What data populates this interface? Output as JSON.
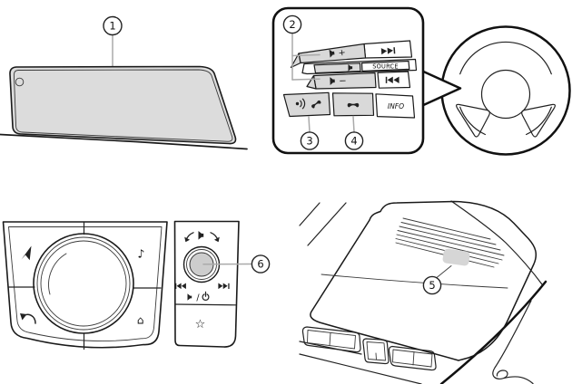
{
  "colors": {
    "background": "#ffffff",
    "line": "#1a1a1a",
    "leader_line": "#aaaaaa",
    "button_gray": "#d9d9d9",
    "display_gray": "#dcdcdc",
    "knob_center_gray": "#cdcdcd",
    "microphone_gray": "#d6d6d6"
  },
  "callouts": {
    "display": "1",
    "audio_switches": "2",
    "talk_button": "3",
    "hangup_button": "4",
    "microphone": "5",
    "volume_dial": "6"
  },
  "steering_switches": {
    "volume_up_label": "+",
    "volume_down_label": "−",
    "source_label": "SOURCE",
    "info_label": "INFO"
  },
  "commander": {
    "audio_note_glyph": "♪",
    "home_glyph": "⌂",
    "favorites_glyph": "☆",
    "mute_power_separator": "/"
  },
  "icons": {
    "volume_up": "speaker-plus-icon",
    "volume_down": "speaker-minus-icon",
    "mute_bar": "speaker-icon",
    "seek_up": "next-track-icon",
    "seek_down": "previous-track-icon",
    "talk": "voice-command-and-answer-phone-icon",
    "hangup": "end-call-handset-icon",
    "navigation": "navigation-arrow-icon",
    "entertainment": "music-note-icon",
    "back": "back-arrow-icon",
    "home": "home-icon",
    "favorites": "star-icon",
    "volume_rotate": "speaker-with-rotate-arrows-icon",
    "mute_power": "mute-slash-power-icon",
    "microphone": "microphone-unit",
    "steering_wheel": "steering-wheel",
    "center_display": "center-display-screen",
    "overhead_console": "overhead-console"
  }
}
